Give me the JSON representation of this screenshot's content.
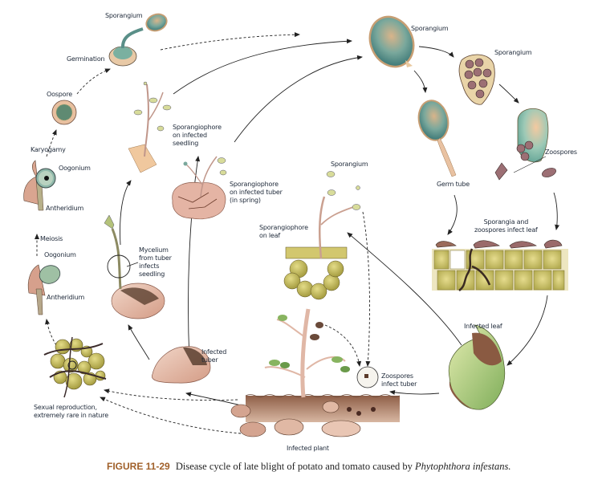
{
  "figure": {
    "number": "FIGURE 11-29",
    "caption_text": "Disease cycle of late blight of potato and tomato caused by",
    "species": "Phytophthora infestans.",
    "accent_color": "#a0602a"
  },
  "labels": {
    "sporangium_top_left": "Sporangium",
    "germination": "Germination",
    "oospore": "Oospore",
    "karyogamy": "Karyogamy",
    "oogonium_upper": "Oogonium",
    "antheridium_upper": "Antheridium",
    "meiosis": "Meiosis",
    "oogonium_lower": "Oogonium",
    "antheridium_lower": "Antheridium",
    "sexual_reproduction": "Sexual reproduction,\nextremely rare in nature",
    "sporangiophore_seedling": "Sporangiophore\non infected\nseedling",
    "mycelium_seedling": "Mycelium\nfrom tuber\ninfects\nseedling",
    "sporangiophore_tuber": "Sporangiophore\non infected tuber\n(in spring)",
    "infected_tuber": "Infected\ntuber",
    "sporangium_leaf": "Sporangium",
    "sporangiophore_leaf": "Sporangiophore\non leaf",
    "sporangium_top_right": "Sporangium",
    "sporangium_zoospores": "Sporangium",
    "zoospores": "Zoospores",
    "germ_tube": "Germ tube",
    "sporangia_infect_leaf": "Sporangia and\nzoospores infect leaf",
    "infected_leaf": "Infected leaf",
    "zoospores_infect_tuber": "Zoospores\ninfect tuber",
    "infected_plant": "Infected plant"
  },
  "colors": {
    "label_text": "#1f2a3a",
    "arrow": "#222222",
    "sporangium_fill": "#6fa39a",
    "sporangium_rim": "#e9c9a0",
    "tuber_skin": "#e8bfae",
    "lesion": "#5b4030",
    "cell_fill": "#c9c06a",
    "soil": "#a0705a",
    "leaf_green": "#9fbf6a",
    "zoospore": "#9a6a6a"
  }
}
